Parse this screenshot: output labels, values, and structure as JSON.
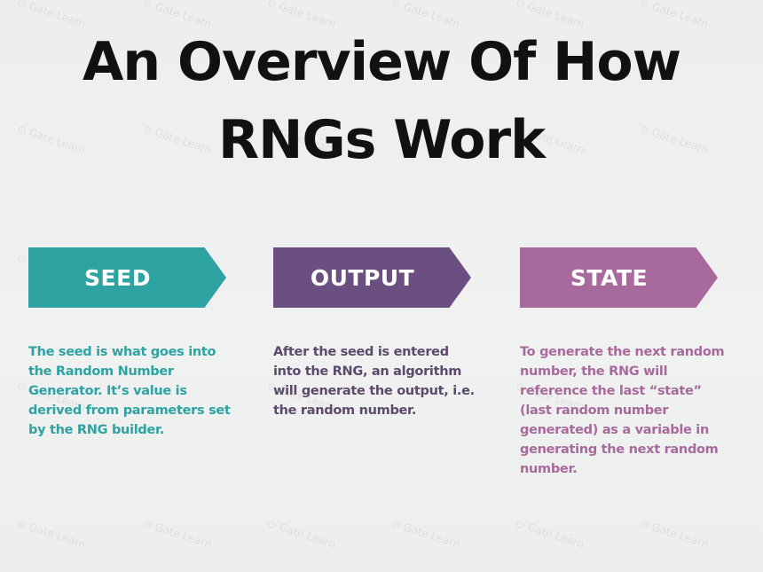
{
  "title": {
    "line1": "An Overview Of How",
    "line2": "RNGs Work"
  },
  "watermark": "Gate Learn",
  "steps": [
    {
      "label": "SEED",
      "color": "#2ea3a2",
      "description": "The seed is what goes into the Random Number Generator. It’s value is derived from parameters set by the RNG builder."
    },
    {
      "label": "OUTPUT",
      "color": "#6a4f80",
      "description": "After the seed is entered into the RNG, an algorithm will generate the output, i.e. the random number."
    },
    {
      "label": "STATE",
      "color": "#a86a9d",
      "description": "To generate the next random number, the RNG will reference the last “state” (last random number generated) as a variable in generating the next random number."
    }
  ]
}
